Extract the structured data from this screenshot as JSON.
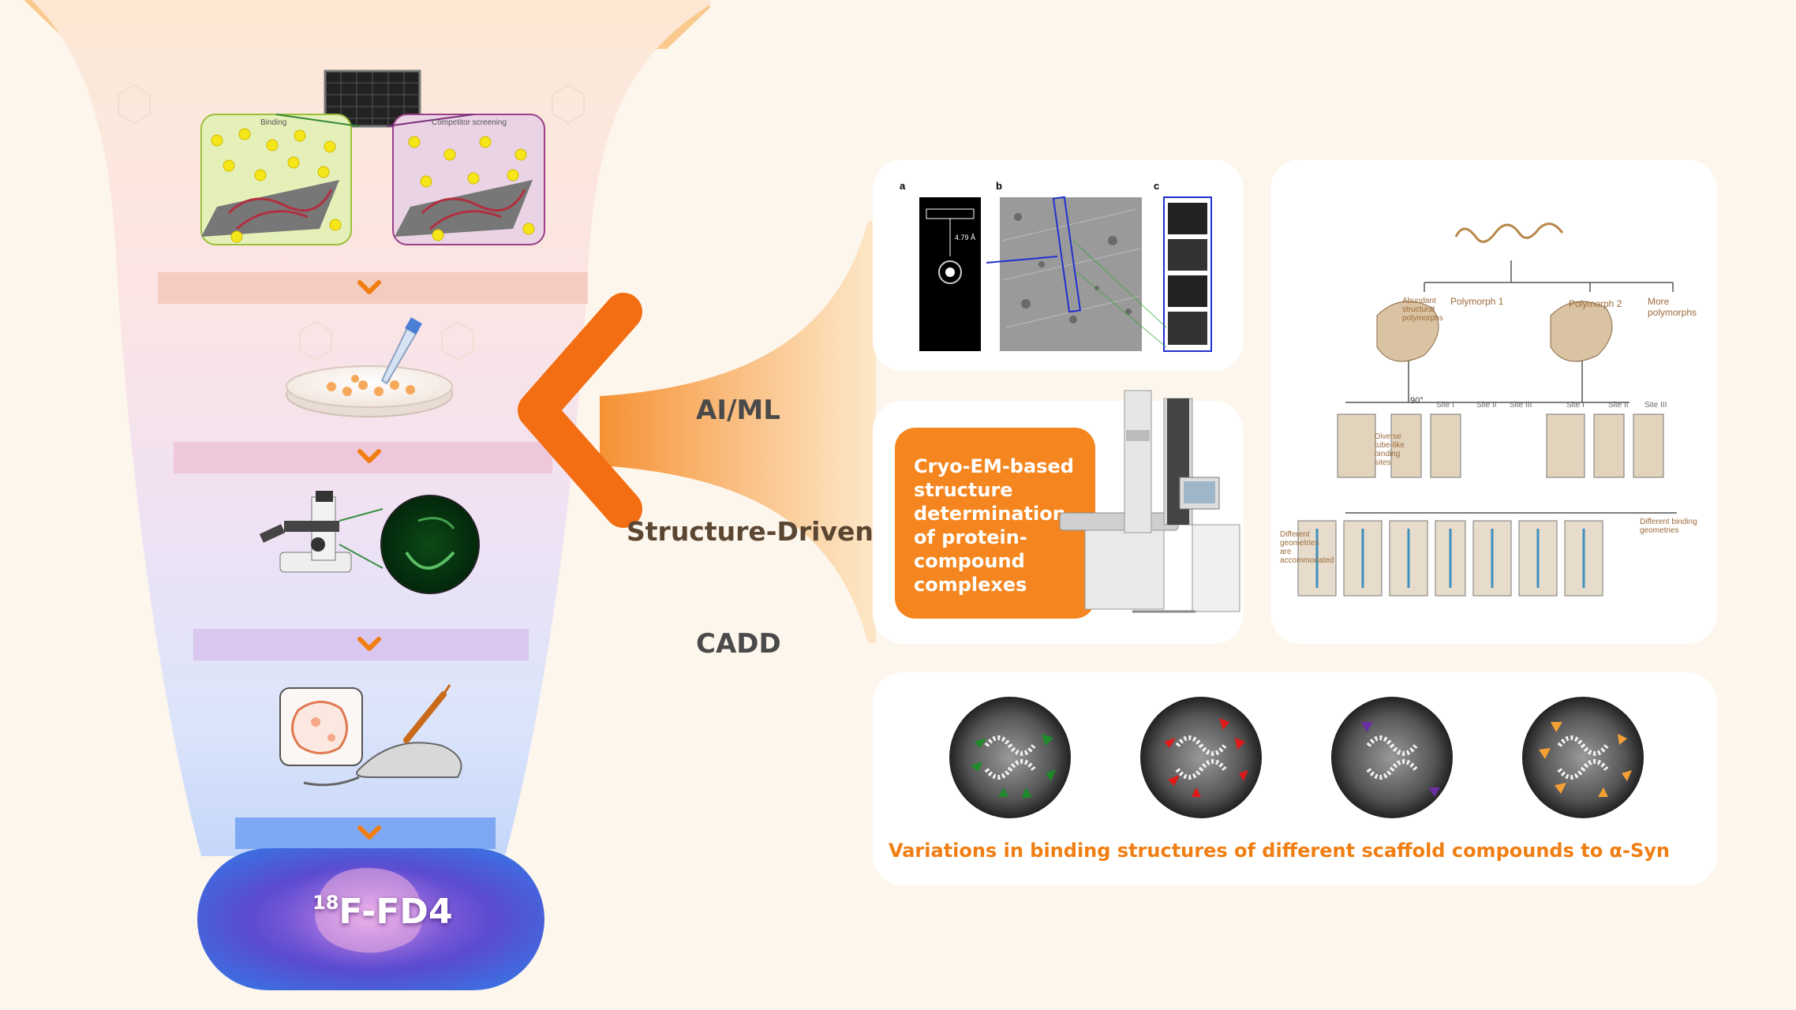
{
  "funnel": {
    "screening_labels": {
      "binding": "Binding",
      "competitor": "Competitor screening"
    },
    "final_compound": {
      "mass": "18",
      "name": "F-FD4"
    }
  },
  "methods": {
    "ai_ml": "AI/ML",
    "structure": "Structure-Driven",
    "cadd": "CADD"
  },
  "cryo": {
    "lines": [
      "Cryo-EM-based",
      "structure",
      "determination",
      "of protein-",
      "compound",
      "complexes"
    ]
  },
  "em_panels": {
    "a": "a",
    "b": "b",
    "c": "c",
    "resolution": "4.79 Å"
  },
  "polymorphs": {
    "p1": "Polymorph 1",
    "p2": "Polymorph 2",
    "more": "More polymorphs",
    "abundant": "Abundant structural polymorphs",
    "diverse": "Diverse tube-like binding sites",
    "different_geom": "Different geometries are accommodated",
    "binding_geom": "Different binding geometries",
    "rotation": "90°",
    "sites_1": [
      "Site I",
      "Site II",
      "Site III"
    ],
    "sites_2": [
      "Site I",
      "Site II",
      "Site III"
    ]
  },
  "binding_caption": "Variations in binding structures of different scaffold compounds to α-Syn",
  "colors": {
    "accent_orange": "#f5861f",
    "marker_green": "#1f8a2a",
    "marker_red": "#e01919",
    "marker_purple": "#6a2fa0",
    "marker_orange": "#f5a035"
  }
}
